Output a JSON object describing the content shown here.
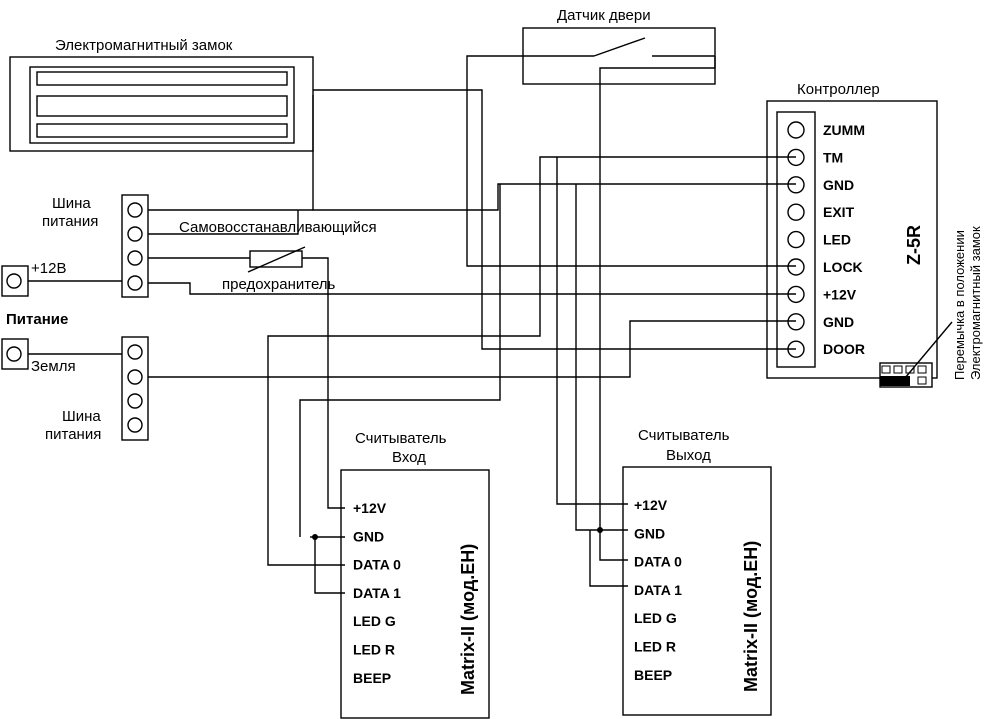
{
  "lock": {
    "title": "Электромагнитный замок"
  },
  "door_sensor": {
    "title": "Датчик двери"
  },
  "controller": {
    "title": "Контроллер",
    "model": "Z-5R",
    "pins": [
      "ZUMM",
      "TM",
      "GND",
      "EXIT",
      "LED",
      "LOCK",
      "+12V",
      "GND",
      "DOOR"
    ],
    "jumper_note_line1": "Перемычка в положении",
    "jumper_note_line2": "Электромагнитный замок"
  },
  "power": {
    "plus_label": "+12В",
    "title": "Питание",
    "ground_label": "Земля",
    "bus_top_line1": "Шина",
    "bus_top_line2": "питания",
    "bus_bottom_line1": "Шина",
    "bus_bottom_line2": "питания"
  },
  "fuse": {
    "line1": "Самовосстанавливающийся",
    "line2": "предохранитель"
  },
  "reader_in": {
    "title_line1": "Считыватель",
    "title_line2": "Вход",
    "model": "Matrix-II (мод.EH)",
    "pins": [
      "+12V",
      "GND",
      "DATA 0",
      "DATA 1",
      "LED G",
      "LED R",
      "BEEP"
    ]
  },
  "reader_out": {
    "title_line1": "Считыватель",
    "title_line2": "Выход",
    "model": "Matrix-II (мод.EH)",
    "pins": [
      "+12V",
      "GND",
      "DATA 0",
      "DATA 1",
      "LED G",
      "LED R",
      "BEEP"
    ]
  }
}
